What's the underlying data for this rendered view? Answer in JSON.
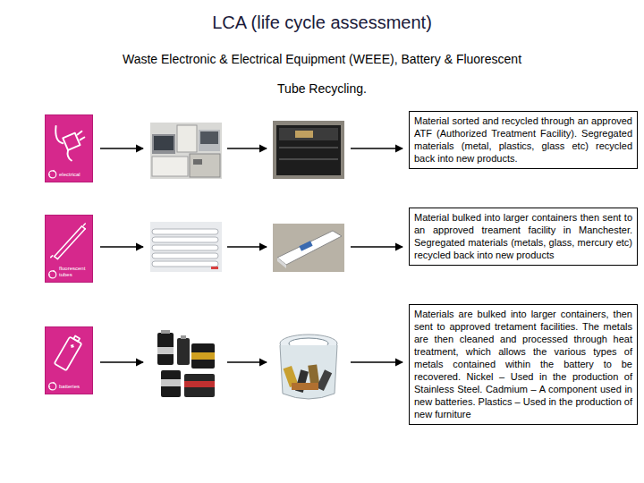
{
  "diagram": {
    "title": "LCA (life cycle assessment)",
    "nodes": [
      {
        "text": [
          "electrical"
        ]
      },
      {
        "text": [
          "Material sorted and recycled through an approved ATF (Authorized Treatment Facility). Segregated materials (metal, plastics, glass etc) recycled back into new products."
        ]
      },
      {
        "text": [
          "fluorescent tubes"
        ]
      },
      {
        "text": [
          "Material bulked into larger containers then sent to an approved treament facility in Manchester. Segregated materials (metals, glass, mercury etc) recycled back into new products"
        ]
      },
      {
        "text": [
          "batteries"
        ]
      },
      {
        "text": [
          "Materials are bulked into larger containers, then sent to approved tretament facilities. The metals are then cleaned and processed through heat treatment, which allows the various types of metals contained within the battery to be recovered. Nickel – Used in the production of Stainless Steel. Cadmium – A component used in new batteries. Plastics – Used in the production of new furniture"
        ]
      }
    ],
    "labels": [
      "Waste Electronic & Electrical Equipment (WEEE), Battery & Fluorescent Tube Recycling."
    ]
  }
}
